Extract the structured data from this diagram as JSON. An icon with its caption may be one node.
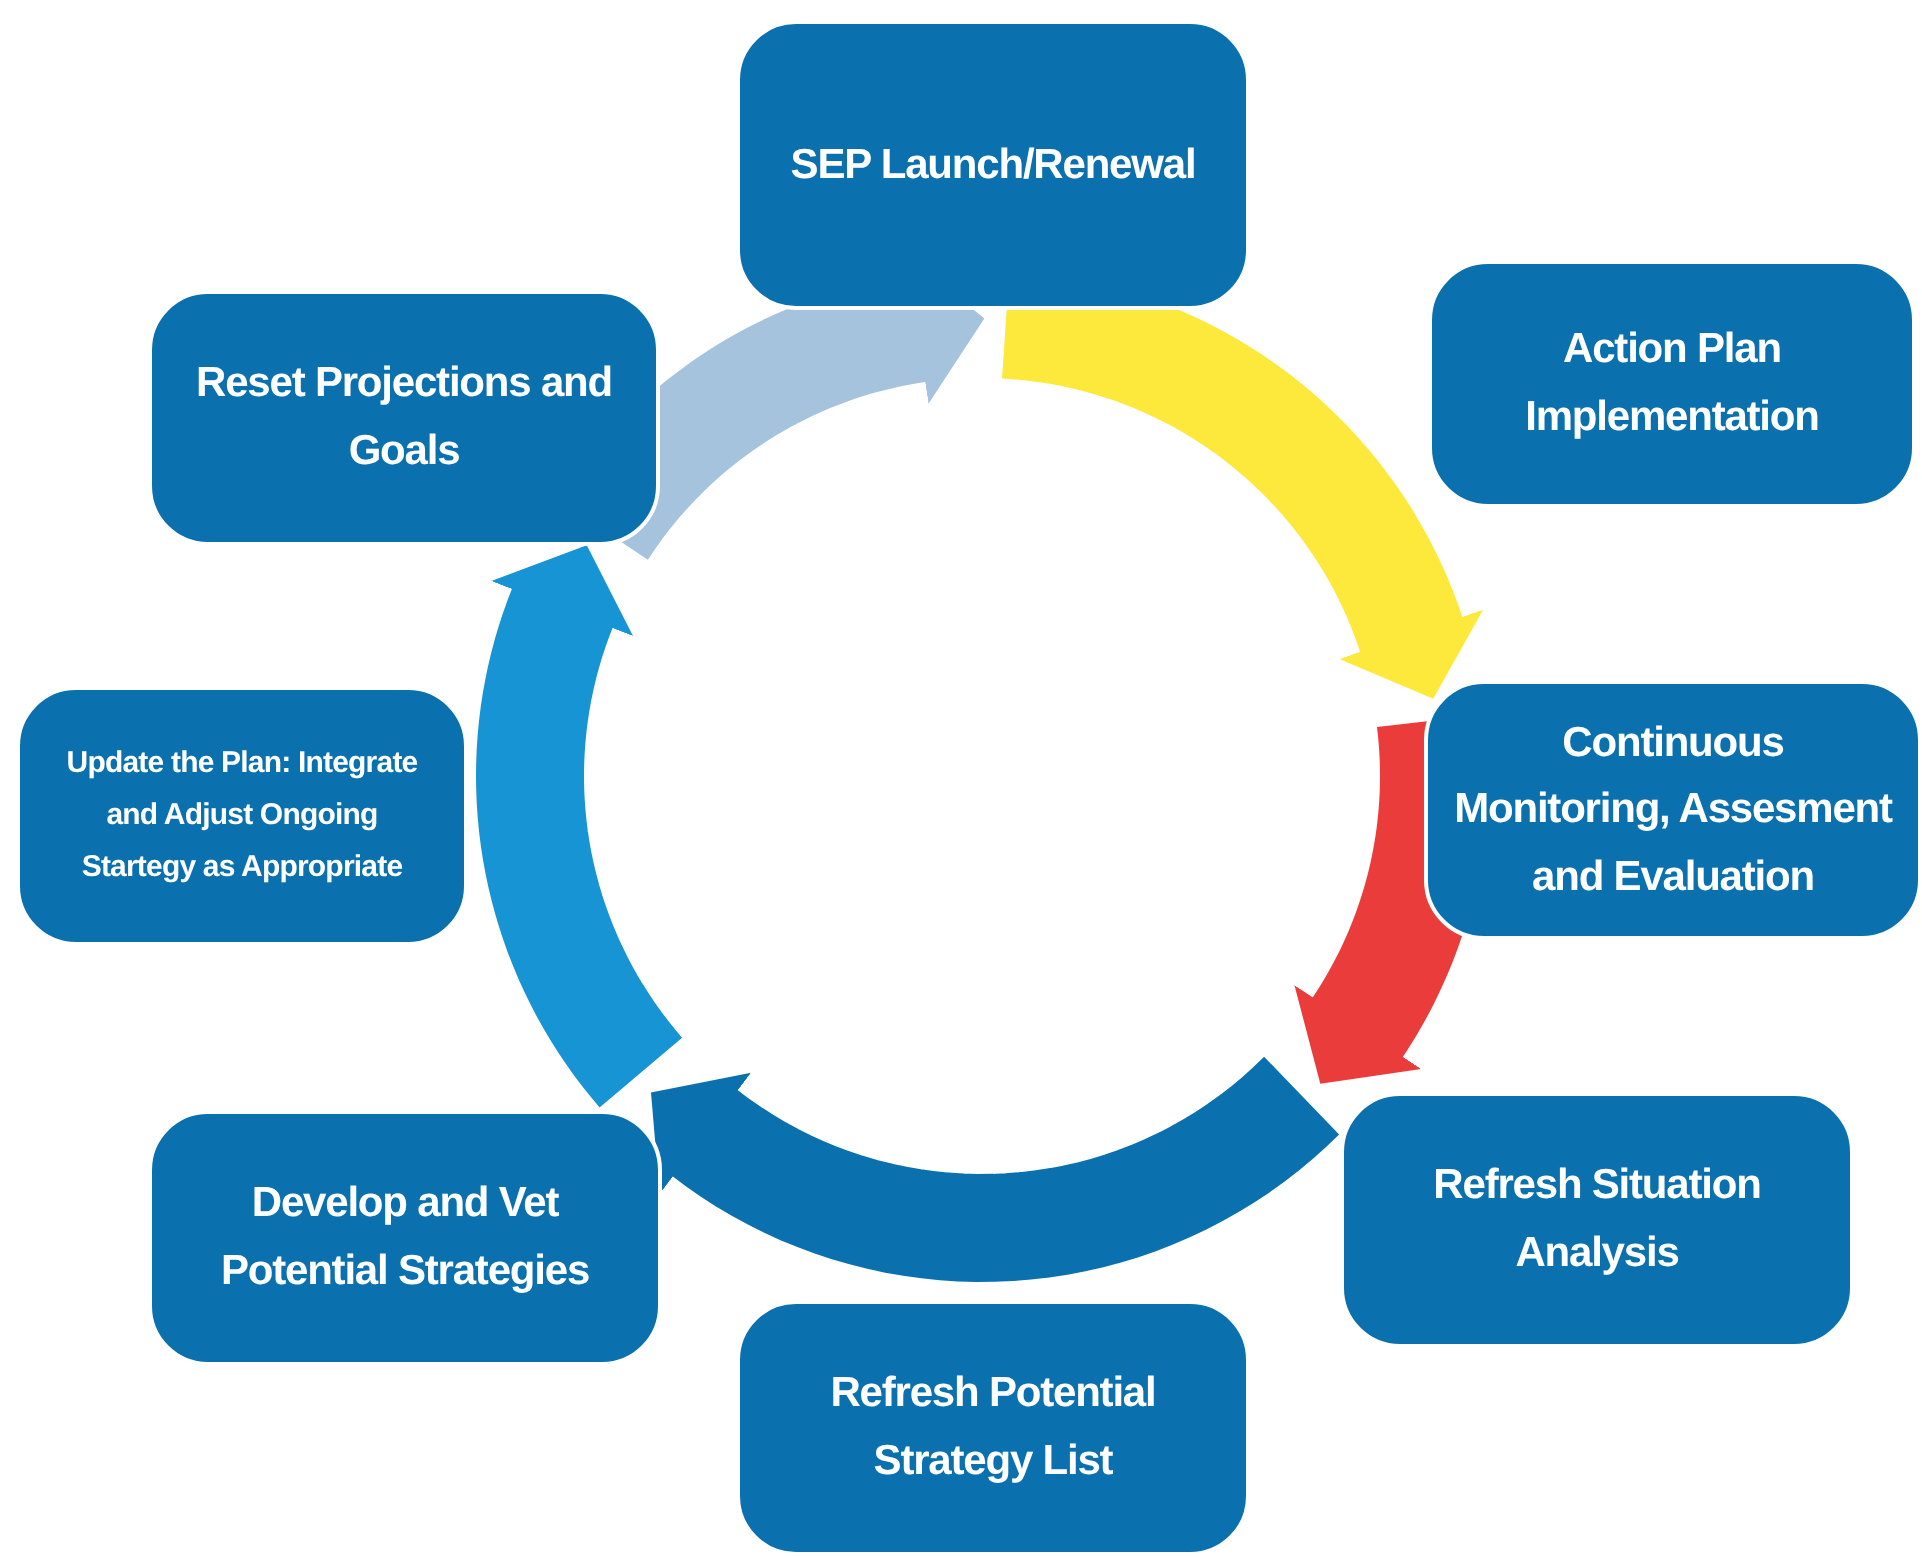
{
  "diagram": {
    "nodes": [
      {
        "text": [
          "SEP Launch/Renewal"
        ]
      },
      {
        "text": [
          "Action Plan Implementation"
        ]
      },
      {
        "text": [
          "Continuous Monitoring, Assesment and Evaluation"
        ]
      },
      {
        "text": [
          "Refresh Situation Analysis"
        ]
      },
      {
        "text": [
          "Refresh Potential Strategy List"
        ]
      },
      {
        "text": [
          "Develop and Vet Potential Strategies"
        ]
      },
      {
        "text": [
          "Update the Plan: Integrate and Adjust Ongoing Startegy as Appropriate"
        ]
      },
      {
        "text": [
          "Reset Projections and Goals"
        ]
      }
    ],
    "edges": [
      {
        "from": 0,
        "to": 2,
        "arrow": "to",
        "color": "#fde93c"
      },
      {
        "from": 2,
        "to": 3,
        "arrow": "to",
        "color": "#ea3d3b"
      },
      {
        "from": 3,
        "to": 5,
        "arrow": "to",
        "color": "#0b70ae"
      },
      {
        "from": 5,
        "to": 7,
        "arrow": "to",
        "color": "#1794d4"
      },
      {
        "from": 7,
        "to": 0,
        "arrow": "to",
        "color": "#a6c3de"
      }
    ]
  }
}
